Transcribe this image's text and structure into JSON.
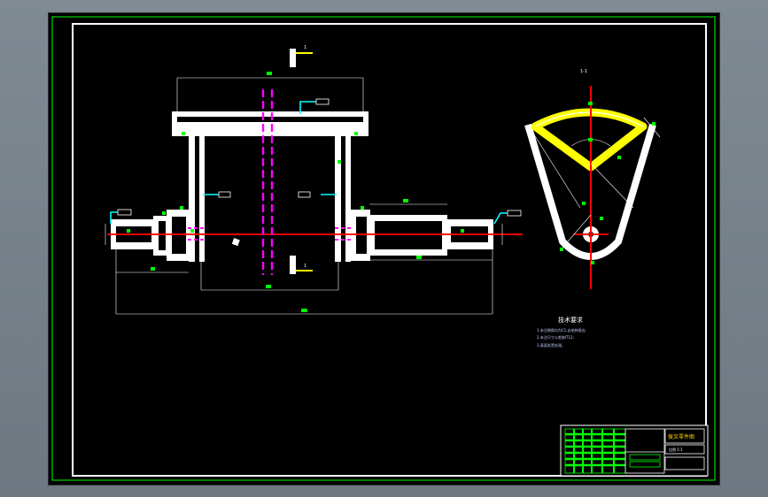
{
  "drawing": {
    "section_mark": "1",
    "view_mark": "1-1",
    "notes": {
      "title": "技术要求",
      "lines": [
        "1.未注倒角均为C1,去毛刺锐边;",
        "2.未注尺寸公差按IT12;",
        "3.表面发黑处理。"
      ]
    },
    "title_block": {
      "part_name": "拨叉零件图",
      "scale_text": "比例 1:1"
    }
  },
  "colors": {
    "background": "#000000",
    "frame": "#00ff00",
    "part": "#ffffff",
    "centerline": "#ff0000",
    "hidden": "#ff00ff",
    "leader": "#00ffff",
    "highlight": "#ffff00"
  }
}
